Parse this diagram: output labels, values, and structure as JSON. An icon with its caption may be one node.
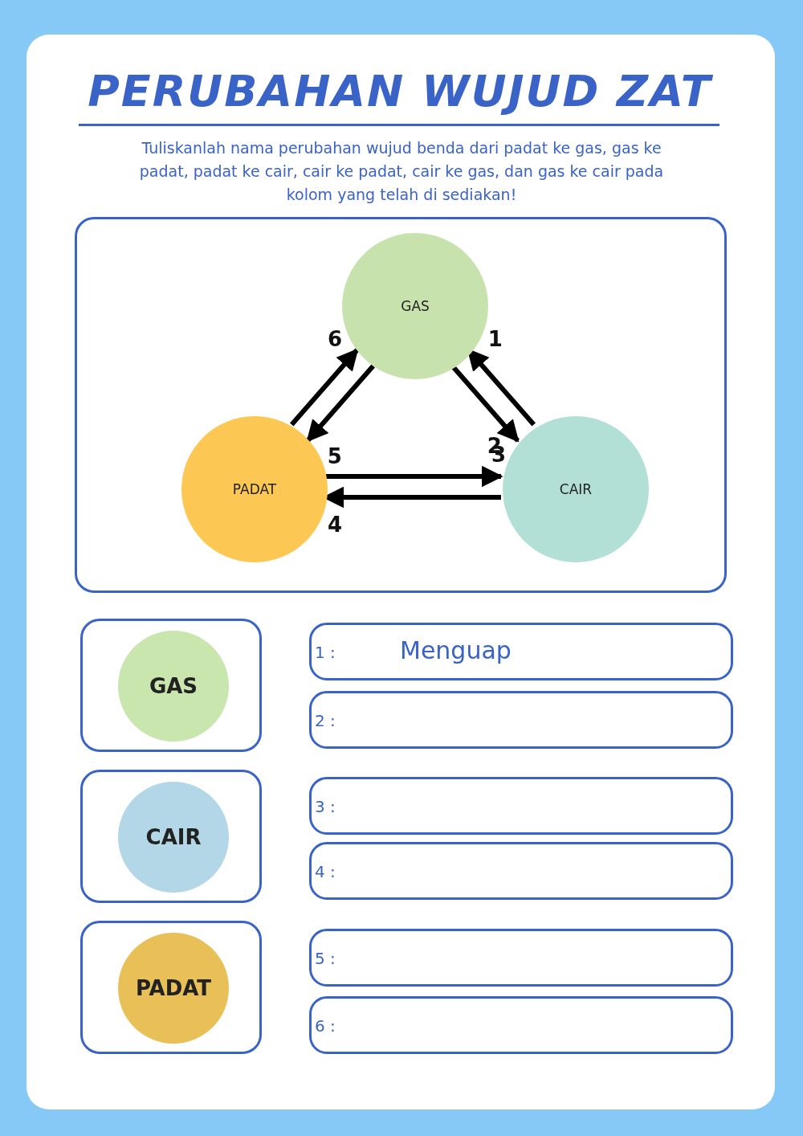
{
  "diagram": {
    "title": "PERUBAHAN WUJUD ZAT",
    "nodes": [
      {
        "text": [],
        "shape": "box"
      },
      {
        "text": [
          "GAS"
        ],
        "in": 0
      },
      {
        "text": [
          "PADAT"
        ],
        "in": 0
      },
      {
        "text": [
          "CAIR"
        ],
        "in": 0
      },
      {
        "text": [],
        "shape": "box"
      },
      {
        "text": [
          "GAS"
        ],
        "in": 4
      },
      {
        "text": [],
        "shape": "box"
      },
      {
        "text": [
          "CAIR"
        ],
        "in": 6
      },
      {
        "text": [],
        "shape": "box"
      },
      {
        "text": [
          "PADAT"
        ],
        "in": 8
      },
      {
        "text": [
          "1 :",
          "Menguap"
        ]
      },
      {
        "text": [
          "2 :"
        ]
      },
      {
        "text": [
          "3 :"
        ]
      },
      {
        "text": [
          "4 :"
        ]
      },
      {
        "text": [
          "5 :"
        ]
      },
      {
        "text": [
          "6 :"
        ]
      }
    ],
    "edges": [
      {
        "from": 3,
        "to": 1,
        "arrow": "to",
        "label": "1"
      },
      {
        "from": 1,
        "to": 3,
        "arrow": "to",
        "label": "2"
      },
      {
        "from": 2,
        "to": 3,
        "arrow": "to",
        "label": "3"
      },
      {
        "from": 3,
        "to": 2,
        "arrow": "to",
        "label": "4"
      },
      {
        "from": 1,
        "to": 2,
        "arrow": "to",
        "label": "5"
      },
      {
        "from": 2,
        "to": 1,
        "arrow": "to",
        "label": "6"
      }
    ],
    "labels": [
      "Tuliskanlah nama perubahan wujud benda dari padat ke gas, gas ke padat, padat ke cair, cair ke padat, cair ke gas, dan gas ke cair pada kolom yang telah di sediakan!"
    ]
  }
}
